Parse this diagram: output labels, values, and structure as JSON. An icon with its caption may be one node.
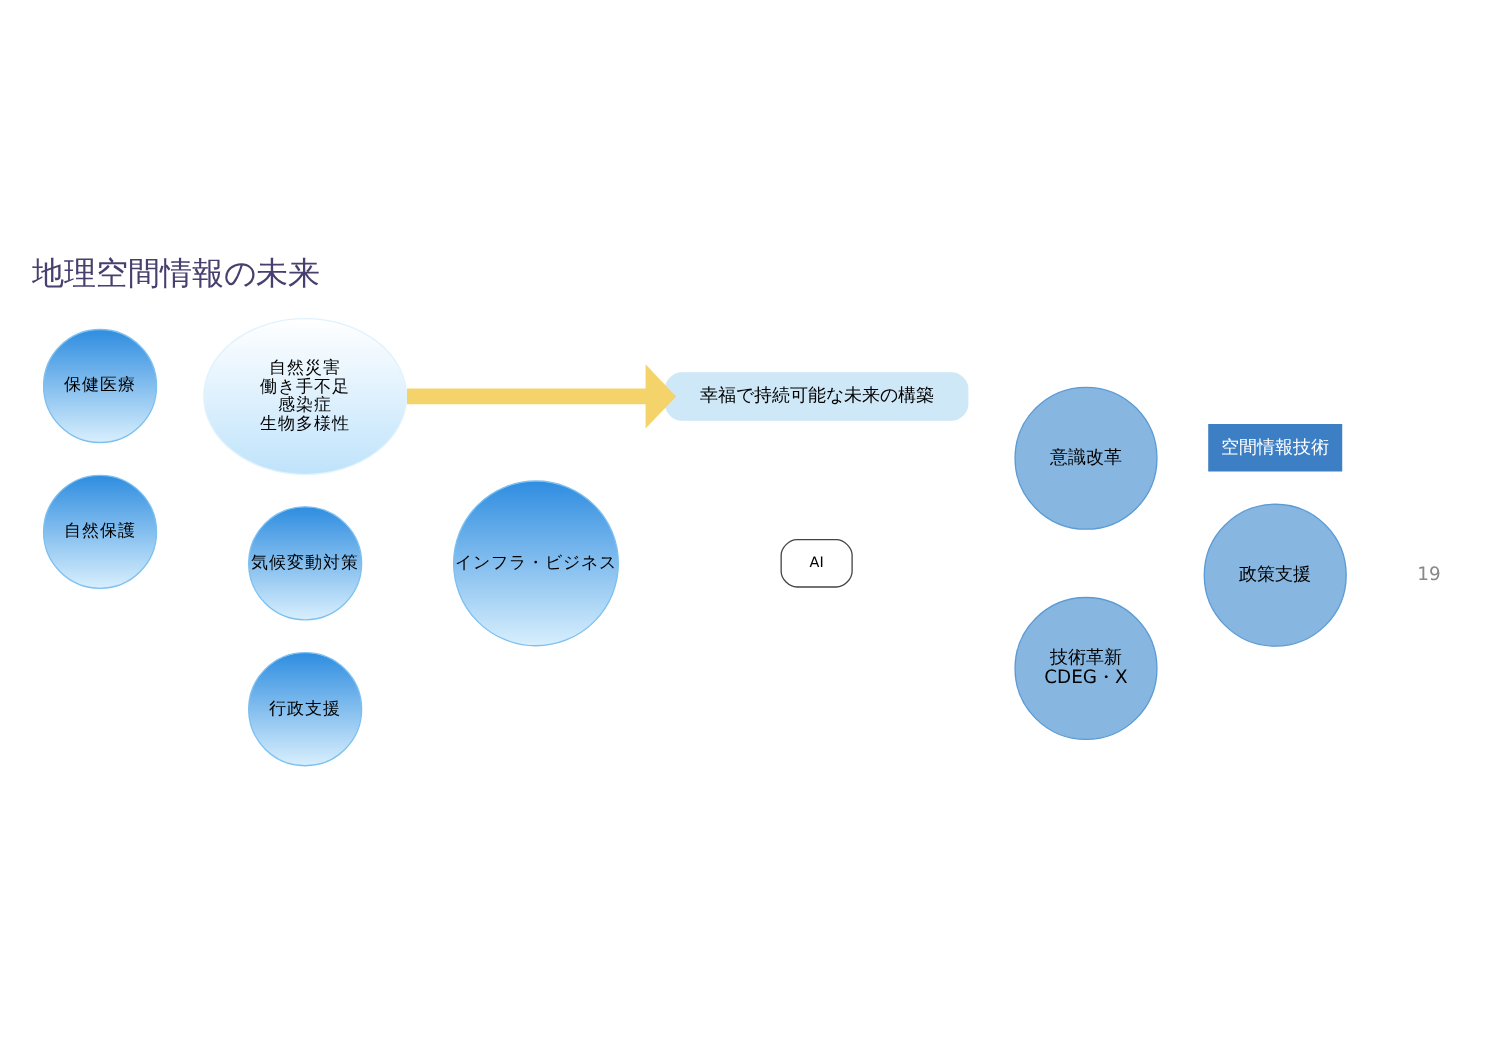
{
  "diagram": {
    "title": "地理空間情報の未来",
    "nodes": [
      {
        "text": [
          "保健医療"
        ]
      },
      {
        "text": [
          "気候変動対策"
        ]
      },
      {
        "text": [
          "自然災害",
          "働き手不足",
          "感染症",
          "生物多様性"
        ]
      },
      {
        "text": [
          "自然保護"
        ]
      },
      {
        "text": [
          "インフラ・ビジネス"
        ]
      },
      {
        "text": [
          "行政支援"
        ]
      },
      {
        "text": [
          "幸福で持続可能な未来の構築"
        ]
      },
      {
        "text": [
          "技術革新",
          "CDEG・X"
        ]
      },
      {
        "text": [
          "意識改革"
        ]
      },
      {
        "text": [
          "政策支援"
        ]
      },
      {
        "text": [
          "AI"
        ]
      }
    ],
    "edges": [
      {
        "from": 2,
        "to": 6,
        "arrow": "to",
        "color": "#f5d36b"
      }
    ],
    "labels": [
      "空間情報技術",
      "19"
    ]
  }
}
